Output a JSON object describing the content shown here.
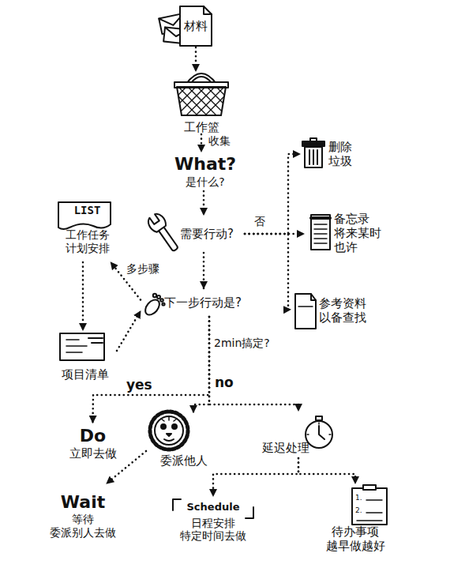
{
  "diagram": {
    "nodes": [
      {
        "text": [
          "材料"
        ]
      },
      {
        "text": [
          "工作篮"
        ]
      },
      {
        "text": [
          "What?",
          "是什么?"
        ]
      },
      {
        "text": [
          "删除 垃圾"
        ]
      },
      {
        "text": [
          "LIST",
          "工作任务 计划安排"
        ]
      },
      {
        "text": [
          "需要行动?"
        ]
      },
      {
        "text": [
          "备忘录 将来某时 也许"
        ]
      },
      {
        "text": [
          "下一步行动是?"
        ]
      },
      {
        "text": [
          "参考资料 以备查找"
        ]
      },
      {
        "text": [
          "项目清单"
        ]
      },
      {
        "text": [
          "Do",
          "立即去做"
        ]
      },
      {
        "text": [
          "委派他人"
        ]
      },
      {
        "text": [
          "延迟处理"
        ]
      },
      {
        "text": [
          "Wait",
          "等待 委派别人去做"
        ]
      },
      {
        "text": [
          "Schedule",
          "日程安排 特定时间去做"
        ]
      },
      {
        "text": [
          "待办事项 越早做越好"
        ]
      }
    ],
    "edges": [
      {
        "from": 0,
        "to": 1,
        "arrow": "to"
      },
      {
        "from": 1,
        "to": 2,
        "label": "收集",
        "arrow": "to"
      },
      {
        "from": 2,
        "to": 5,
        "arrow": "to"
      },
      {
        "from": 5,
        "to": 3,
        "arrow": "to"
      },
      {
        "from": 5,
        "to": 6,
        "label": "否",
        "arrow": "to"
      },
      {
        "from": 5,
        "to": 8,
        "arrow": "to"
      },
      {
        "from": 5,
        "to": 7,
        "arrow": "to"
      },
      {
        "from": 7,
        "to": 4,
        "label": "多步骤",
        "arrow": "to"
      },
      {
        "from": 4,
        "to": 9,
        "arrow": "to"
      },
      {
        "from": 9,
        "to": 7,
        "arrow": "to"
      },
      {
        "from": 7,
        "to": 10,
        "label": "yes",
        "arrow": "to"
      },
      {
        "from": 7,
        "to": 11,
        "label": "no",
        "arrow": "to"
      },
      {
        "from": 7,
        "to": 12,
        "arrow": "to"
      },
      {
        "from": 11,
        "to": 13,
        "arrow": "to"
      },
      {
        "from": 12,
        "to": 14,
        "arrow": "to"
      },
      {
        "from": 12,
        "to": 15,
        "arrow": "to"
      }
    ],
    "labels": [
      "2min搞定?",
      "1.",
      "2."
    ]
  }
}
